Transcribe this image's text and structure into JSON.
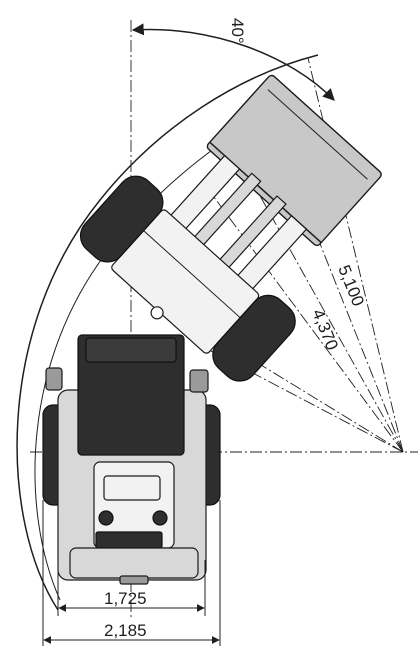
{
  "dimensions": {
    "steer_angle": "40°",
    "outer_radius": "5,100",
    "inner_radius": "4,370",
    "track_width": "1,725",
    "overall_width": "2,185"
  },
  "colors": {
    "line": "#1f1f1f",
    "dark_body": "#2e2e2e",
    "bucket_fill": "#c8c8c8",
    "light_fill": "#d8d8d8"
  }
}
